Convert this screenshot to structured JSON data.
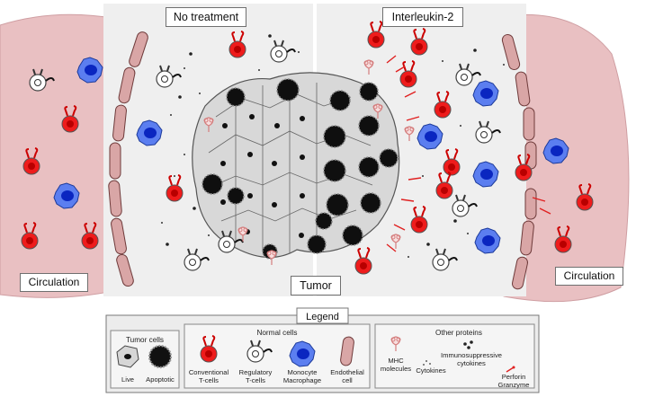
{
  "panels": {
    "left_title": "No treatment",
    "right_title": "Interleukin-2",
    "center_label": "Tumor",
    "circulation_left": "Circulation",
    "circulation_right": "Circulation"
  },
  "legend": {
    "title": "Legend",
    "tumor_cells": {
      "heading": "Tumor cells",
      "live": "Live",
      "apoptotic": "Apoptotic"
    },
    "normal_cells": {
      "heading": "Normal cells",
      "conventional": [
        "Conventional",
        "T-cells"
      ],
      "regulatory": [
        "Regulatory",
        "T-cells"
      ],
      "monocyte": [
        "Monocyte",
        "Macrophage"
      ],
      "endothelial": [
        "Endothelial",
        "cell"
      ]
    },
    "other_proteins": {
      "heading": "Other proteins",
      "mhc": [
        "MHC",
        "molecules"
      ],
      "cytokines": "Cytokines",
      "immunosuppressive": [
        "Immunosuppressive",
        "cytokines"
      ],
      "perforin": [
        "Perforin",
        "Granzyme"
      ]
    }
  },
  "colors": {
    "circulation": "#e9c0c2",
    "tissue": "#efefef",
    "endothelial": "#d9a6a6",
    "conventional_tcell": "#ee1c1c",
    "macrophage": "#1a3fd6",
    "tumor_live": "#d6d6d6",
    "tumor_apoptotic": "#111111"
  }
}
